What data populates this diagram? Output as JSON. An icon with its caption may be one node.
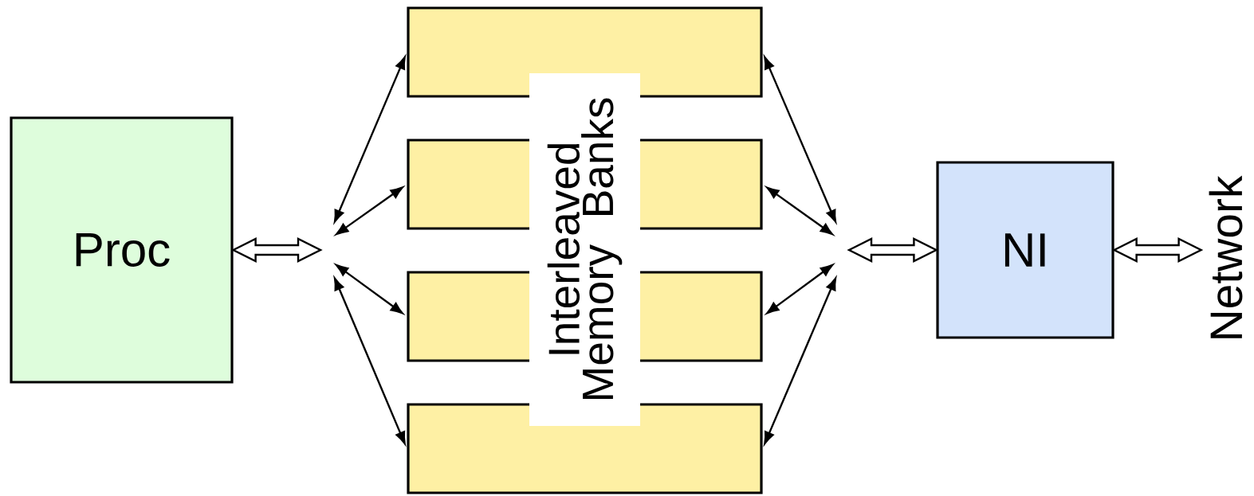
{
  "diagram": {
    "nodes": [
      {
        "text": [
          "Proc"
        ]
      },
      {
        "text": [],
        "shape": "box"
      },
      {
        "text": [],
        "shape": "box"
      },
      {
        "text": [],
        "shape": "box"
      },
      {
        "text": [],
        "shape": "box"
      },
      {
        "text": [
          "Interleaved Memory Banks"
        ]
      },
      {
        "text": [
          "NI"
        ]
      },
      {
        "text": [
          "Network"
        ]
      }
    ],
    "edges": [
      {
        "from": 0,
        "to": null,
        "arrow": "both",
        "style": "thick"
      },
      {
        "from": null,
        "to": 1,
        "arrow": "both"
      },
      {
        "from": null,
        "to": 2,
        "arrow": "both"
      },
      {
        "from": null,
        "to": 3,
        "arrow": "both"
      },
      {
        "from": null,
        "to": 4,
        "arrow": "both"
      },
      {
        "from": 1,
        "to": null,
        "arrow": "both"
      },
      {
        "from": 2,
        "to": null,
        "arrow": "both"
      },
      {
        "from": 3,
        "to": null,
        "arrow": "both"
      },
      {
        "from": 4,
        "to": null,
        "arrow": "both"
      },
      {
        "from": null,
        "to": 6,
        "arrow": "both",
        "style": "thick"
      },
      {
        "from": 6,
        "to": 7,
        "arrow": "both",
        "style": "thick"
      }
    ]
  }
}
